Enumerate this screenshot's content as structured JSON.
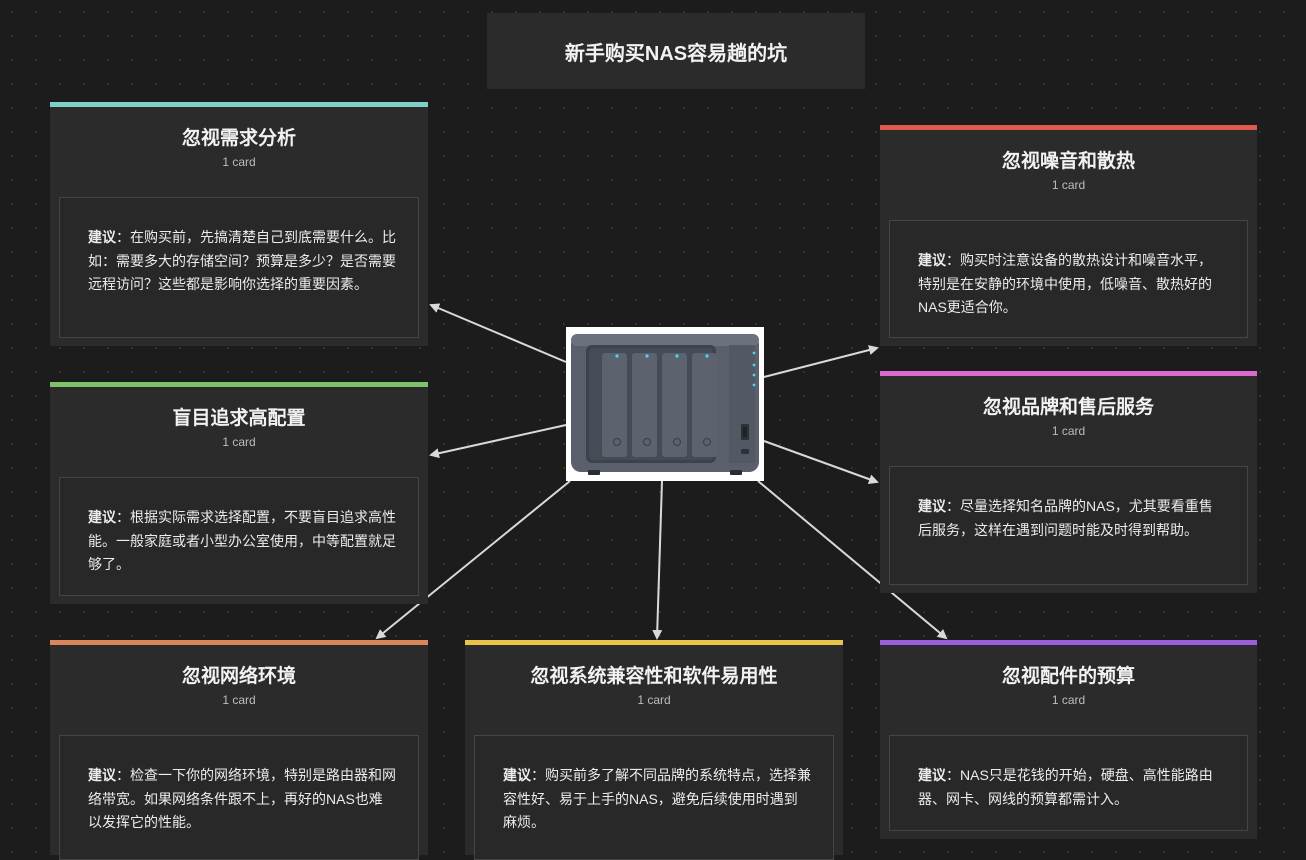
{
  "title": "新手购买NAS容易趟的坑",
  "colors": {
    "background": "#1c1c1c",
    "card": "#2b2b2b",
    "arrow": "#d9d9d9",
    "teal": "#7fd1c8",
    "green": "#7cc36a",
    "orange": "#d9865a",
    "yellow": "#e8c34a",
    "red": "#e0594f",
    "pink": "#d86ad0",
    "purple": "#9a5fd9"
  },
  "center_image": {
    "icon": "nas-device-icon"
  },
  "cards": [
    {
      "id": "demand",
      "title": "忽视需求分析",
      "count": "1 card",
      "label": "建议",
      "sep": "：",
      "text": "在购买前，先搞清楚自己到底需要什么。比如：需要多大的存储空间？预算是多少？是否需要远程访问？这些都是影响你选择的重要因素。",
      "color": "#7fd1c8"
    },
    {
      "id": "config",
      "title": "盲目追求高配置",
      "count": "1 card",
      "label": "建议",
      "sep": "：",
      "text": "根据实际需求选择配置，不要盲目追求高性能。一般家庭或者小型办公室使用，中等配置就足够了。",
      "color": "#7cc36a"
    },
    {
      "id": "network",
      "title": "忽视网络环境",
      "count": "1 card",
      "label": "建议",
      "sep": "：",
      "text": "检查一下你的网络环境，特别是路由器和网络带宽。如果网络条件跟不上，再好的NAS也难以发挥它的性能。",
      "color": "#d9865a"
    },
    {
      "id": "software",
      "title": "忽视系统兼容性和软件易用性",
      "count": "1 card",
      "label": "建议",
      "sep": "：",
      "text": "购买前多了解不同品牌的系统特点，选择兼容性好、易于上手的NAS，避免后续使用时遇到麻烦。",
      "color": "#e8c34a"
    },
    {
      "id": "noise",
      "title": "忽视噪音和散热",
      "count": "1 card",
      "label": "建议",
      "sep": "：",
      "text": "购买时注意设备的散热设计和噪音水平，特别是在安静的环境中使用，低噪音、散热好的NAS更适合你。",
      "color": "#e0594f"
    },
    {
      "id": "brand",
      "title": "忽视品牌和售后服务",
      "count": "1 card",
      "label": "建议",
      "sep": "：",
      "text": "尽量选择知名品牌的NAS，尤其要看重售后服务，这样在遇到问题时能及时得到帮助。",
      "color": "#d86ad0"
    },
    {
      "id": "accessories",
      "title": "忽视配件的预算",
      "count": "1 card",
      "label": "建议",
      "sep": "：",
      "text": "NAS只是花钱的开始，硬盘、高性能路由器、网卡、网线的预算都需计入。",
      "color": "#9a5fd9"
    }
  ]
}
